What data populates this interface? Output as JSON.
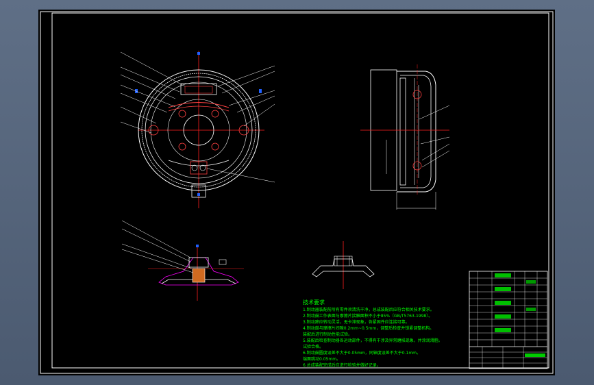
{
  "drawing": {
    "tech_title": "技术要求",
    "tech_lines": [
      "1.制动器装配前所有零件须清洗干净，总成装配后应符合相关技术要求。",
      "2.制动鼓工作表面与摩擦片接触面积不小于85%（GB/T5763-1998）。",
      "  3.制动蹄应转动灵活，无卡滞现象，各紧固件应连接可靠。",
      "4.制动鼓与摩擦片间隙0.2mm~0.5mm，调整后检查并锁紧调整机构。",
      "  装配后进行制动性能试验。",
      "5.装配后检查制动器各运动部件，不得有干涉及异常磨损现象，并涂润滑脂。",
      "  试验合格。",
      "6.制动鼓圆度误差不大于0.05mm，同轴度误差不大于0.1mm。",
      "  端面跳动0.05mm。",
      "6.总成装配完成后应进行检验并做好记录。"
    ]
  },
  "colors": {
    "cad_background": "#000000",
    "window_background": "#5f6f86",
    "line_white": "#ffffff",
    "centerline_red": "#ff2020",
    "dimension_cyan": "#00e5ff",
    "annotation_green": "#00ff00",
    "magenta": "#ff00ff"
  },
  "icons": [
    "zoom-crosshair"
  ]
}
